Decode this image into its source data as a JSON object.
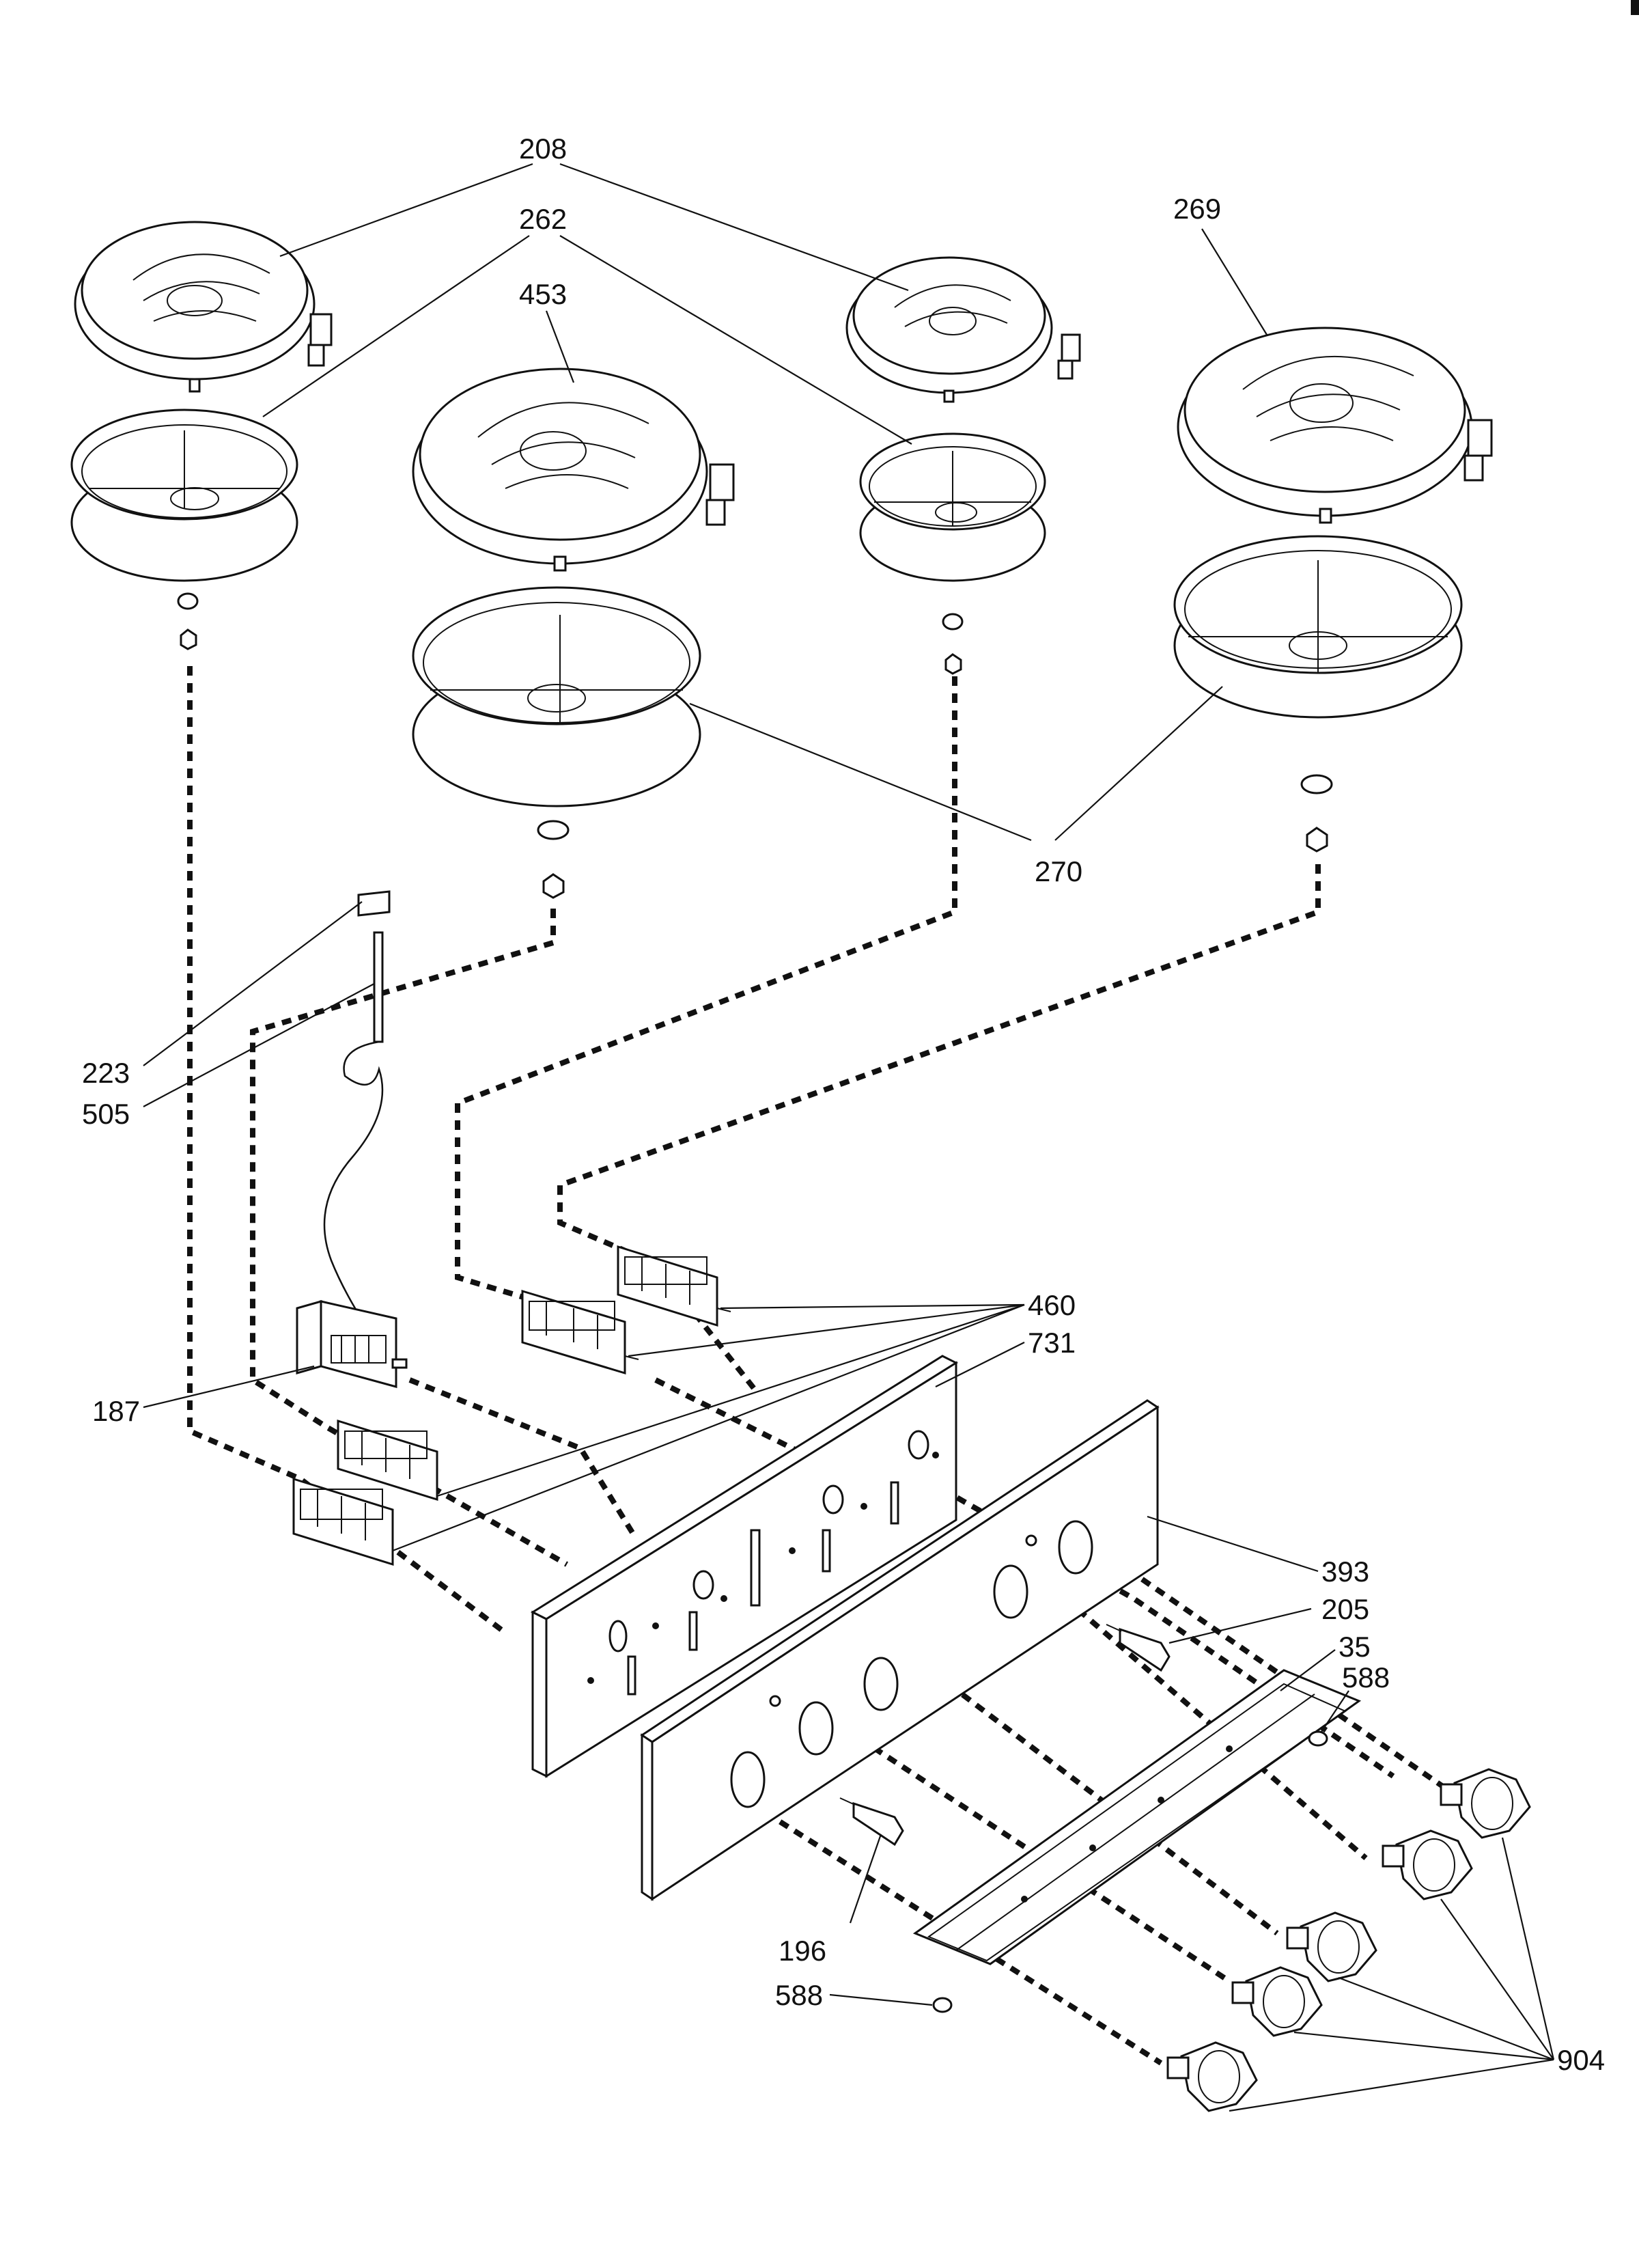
{
  "diagram": {
    "type": "exploded-parts-view",
    "labels": {
      "p208": "208",
      "p262": "262",
      "p453": "453",
      "p269": "269",
      "p270": "270",
      "p223": "223",
      "p505": "505",
      "p187": "187",
      "p460": "460",
      "p731": "731",
      "p393": "393",
      "p205": "205",
      "p35": "35",
      "p588a": "588",
      "p196": "196",
      "p588b": "588",
      "p904": "904"
    }
  }
}
